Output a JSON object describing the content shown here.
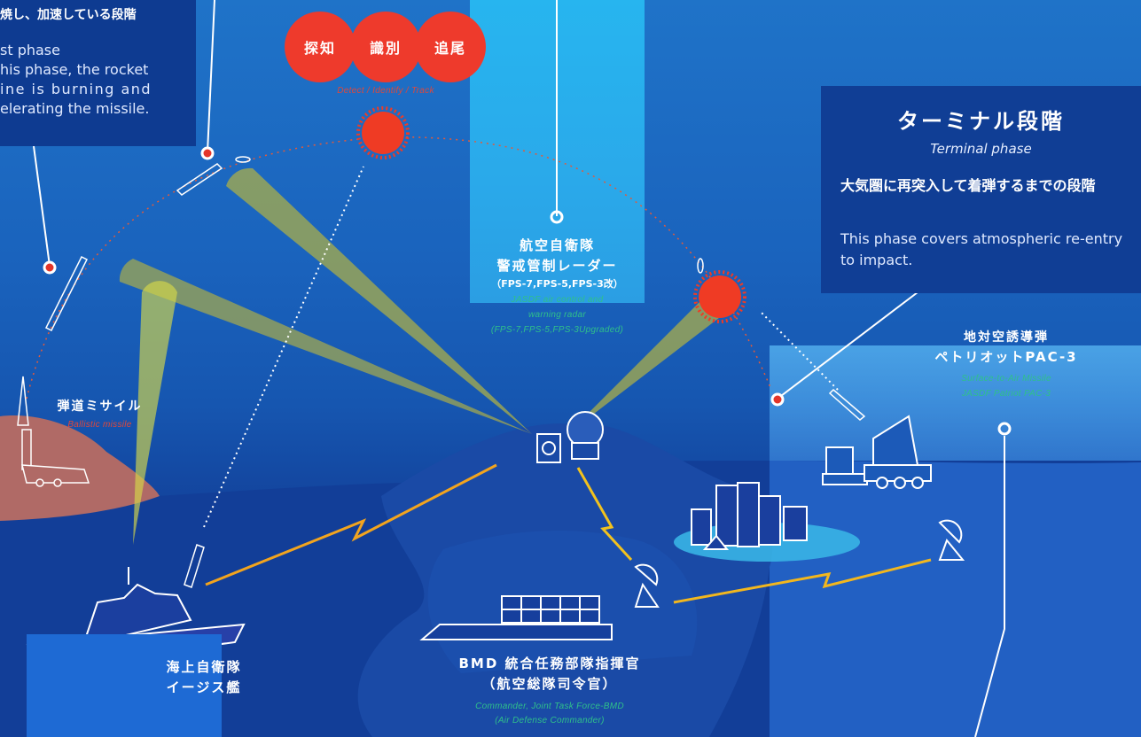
{
  "boost_phase": {
    "title_jp": "焼し、加速している段階",
    "title_en": "st phase",
    "desc_en_lines": [
      "his phase, the rocket",
      "ine is burning and",
      "elerating the missile."
    ]
  },
  "detect": {
    "steps": [
      "探知",
      "識別",
      "追尾"
    ],
    "caption_en": "Detect / Identify / Track"
  },
  "radar": {
    "name_jp_1": "航空自衛隊",
    "name_jp_2": "警戒管制レーダー",
    "models_jp": "（FPS-7,FPS-5,FPS-3改）",
    "caption_en_1": "JASDF air control and",
    "caption_en_2": "warning radar",
    "caption_en_3": "(FPS-7,FPS-5,FPS-3Upgraded)"
  },
  "terminal_phase": {
    "title_jp": "ターミナル段階",
    "title_en": "Terminal phase",
    "desc_jp": "大気圏に再突入して着弾するまでの段階",
    "desc_en": "This phase covers atmospheric re-entry to impact."
  },
  "pac3": {
    "name_jp_1": "地対空誘導弾",
    "name_jp_2": "ペトリオットPAC-3",
    "caption_en_1": "Surface-to-Air Missile",
    "caption_en_2": "JASDF Patriot PAC-3"
  },
  "ballistic_missile": {
    "name_jp": "弾道ミサイル",
    "caption_en": "Ballistic missile"
  },
  "aegis": {
    "name_jp_1": "海上自衛隊",
    "name_jp_2": "イージス艦"
  },
  "commander": {
    "name_jp_1": "BMD 統合任務部隊指揮官",
    "name_jp_2": "（航空総隊司令官）",
    "caption_en_1": "Commander, Joint Task Force-BMD",
    "caption_en_2": "(Air Defense Commander)"
  },
  "colors": {
    "accent_red": "#ee3a2c",
    "caption_red": "#e0483a",
    "caption_green": "#2fc08a",
    "sky": "#1f73c8",
    "panel_navy": "#0e3b91"
  }
}
